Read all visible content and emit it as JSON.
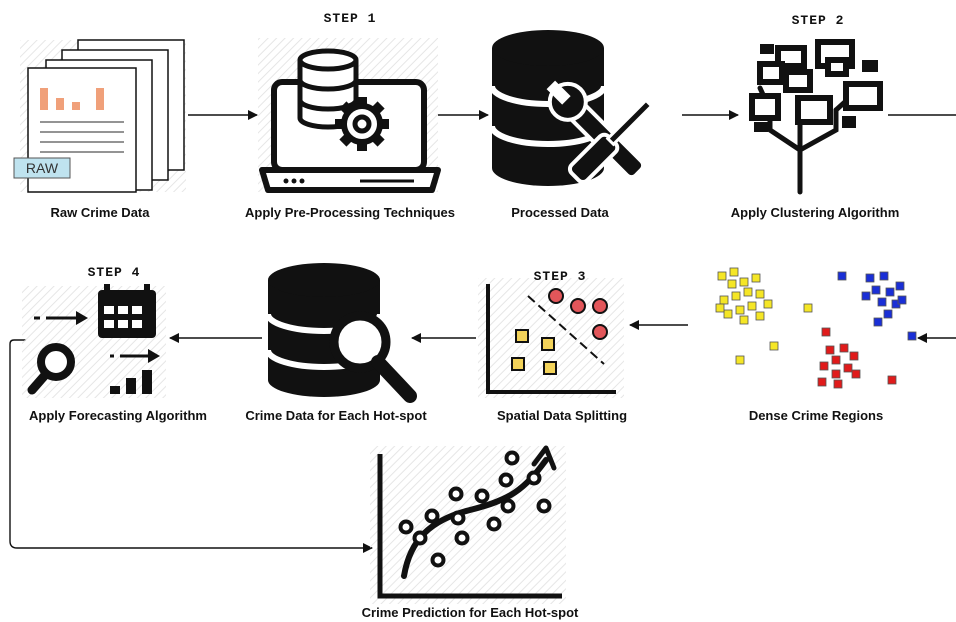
{
  "steps": {
    "step1": "STEP 1",
    "step2": "STEP 2",
    "step3": "STEP 3",
    "step4": "STEP 4"
  },
  "nodes": {
    "raw_data": "Raw Crime Data",
    "preprocessing": "Apply Pre-Processing Techniques",
    "processed": "Processed Data",
    "clustering": "Apply Clustering Algorithm",
    "dense_regions": "Dense Crime Regions",
    "spatial_split": "Spatial Data Splitting",
    "hotspot_data": "Crime Data for Each Hot-spot",
    "forecasting": "Apply Forecasting Algorithm",
    "prediction": "Crime Prediction for Each Hot-spot"
  },
  "icon_text": {
    "raw_badge": "RAW"
  },
  "colors": {
    "ink": "#111111",
    "raw_bars": "#f0a07a",
    "raw_badge_fill": "#bfe3ef",
    "cluster_yellow": "#f5e626",
    "cluster_blue": "#1a2fd6",
    "cluster_red": "#e01b1b",
    "split_red": "#e2565a",
    "split_yellow": "#f3d35a"
  }
}
